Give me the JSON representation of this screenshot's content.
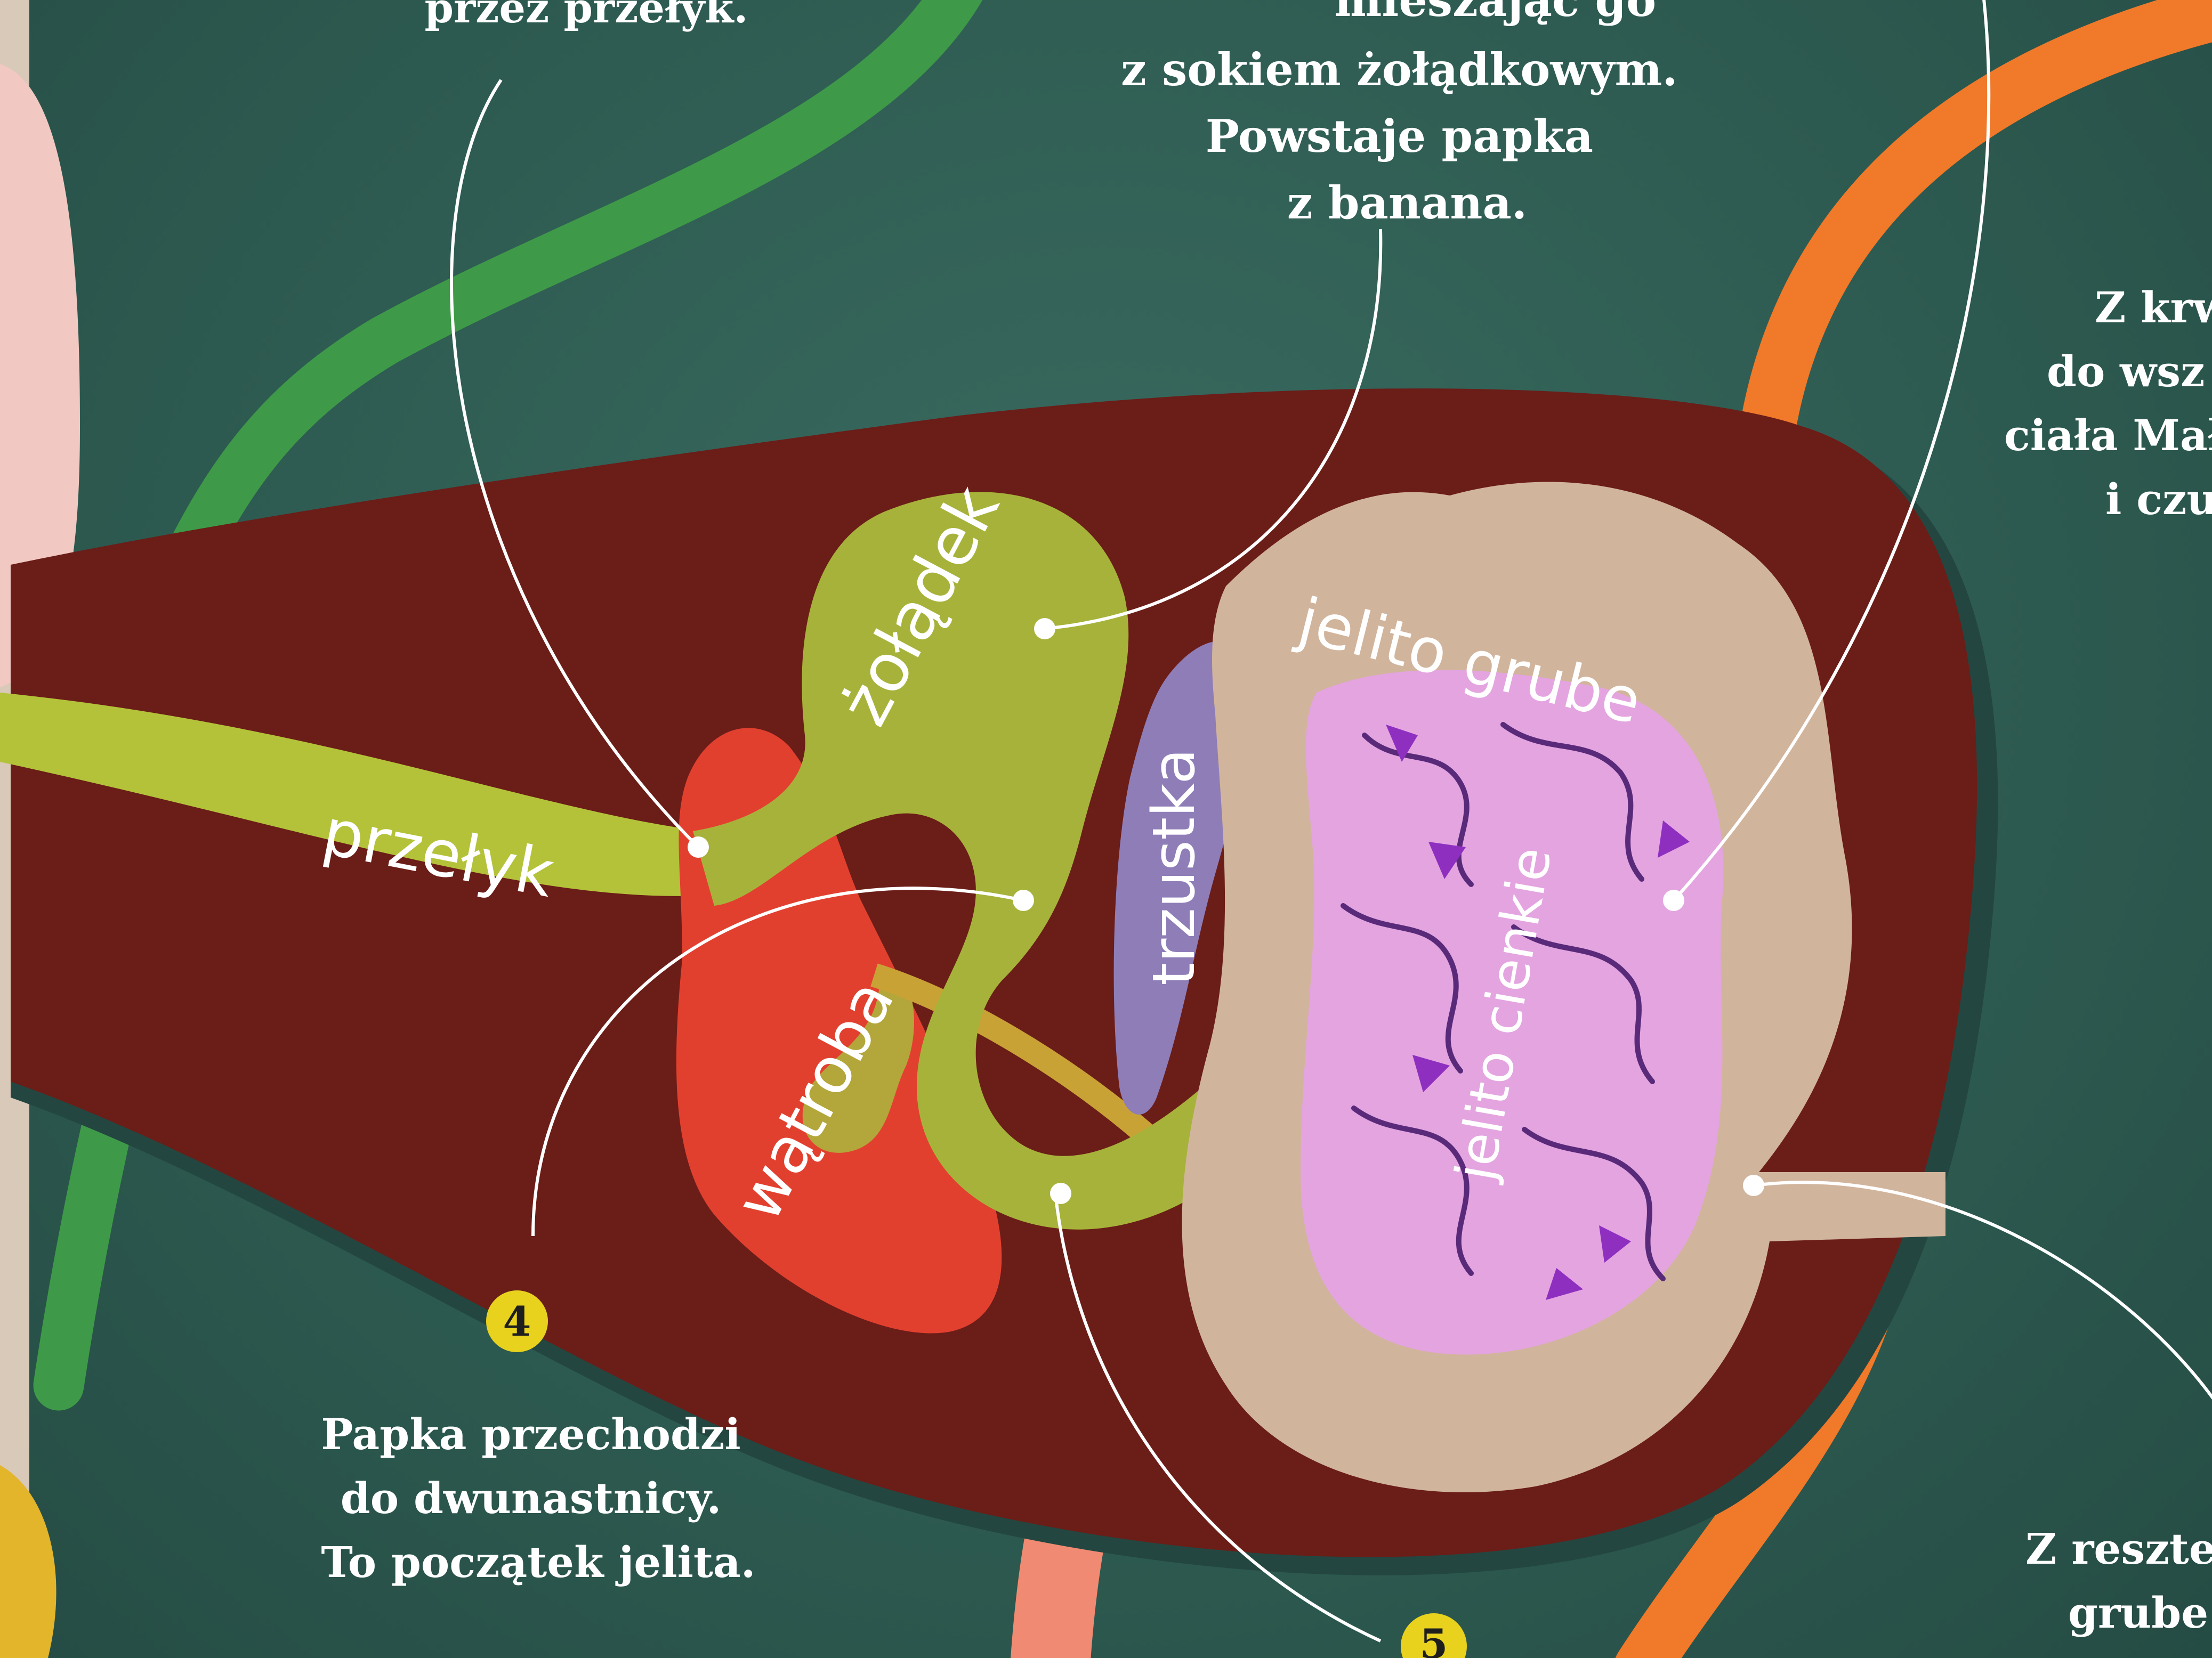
{
  "colors": {
    "background": "#2f5f55",
    "body": "#6b1d18",
    "esophagus": "#b4c23a",
    "stomach": "#a7b23a",
    "liver": "#e2402f",
    "pancreas": "#8f7db8",
    "large_intestine": "#d1b49c",
    "small_intestine": "#e3a4e0",
    "gallbladder": "#b3a63a",
    "vessel_green": "#3e9a48",
    "vessel_orange": "#f0792a",
    "badge": "#e8d21e"
  },
  "organs": {
    "esophagus": "przełyk",
    "stomach": "żołądek",
    "pancreas": "trzustka",
    "liver": "wątroba",
    "large_intestine": "jelito grube",
    "small_intestine": "jelito cienkie"
  },
  "captions": {
    "top_left": [
      "przez przełyk."
    ],
    "top_center": [
      "mieszając go",
      "z sokiem żołądkowym.",
      "Powstaje papka",
      "z banana."
    ],
    "right_mid": [
      "Z krw",
      "do wsz",
      "ciała Mał",
      "i czu"
    ],
    "step4": [
      "Papka przechodzi",
      "do dwunastnicy.",
      "To początek jelita."
    ],
    "bottom_right": [
      "Z resztek",
      "grube o"
    ]
  },
  "badges": {
    "step4": "4",
    "step5": "5"
  },
  "icons": {
    "callout_marker": "dot-marker-icon"
  }
}
